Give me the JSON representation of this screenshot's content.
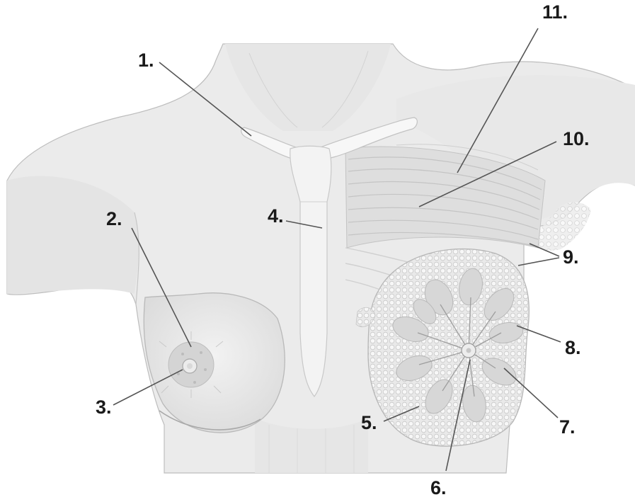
{
  "labels": {
    "l1": "1.",
    "l2": "2.",
    "l3": "3.",
    "l4": "4.",
    "l5": "5.",
    "l6": "6.",
    "l7": "7.",
    "l8": "8.",
    "l9": "9.",
    "l10": "10.",
    "l11": "11."
  },
  "colors": {
    "skin": "#ebebeb",
    "skin_shadow": "#d6d6d6",
    "bone": "#f6f6f6",
    "muscle": "#dedede",
    "gland_fat": "#e3e3e3",
    "leader": "#555555",
    "label": "#1a1a1a"
  }
}
